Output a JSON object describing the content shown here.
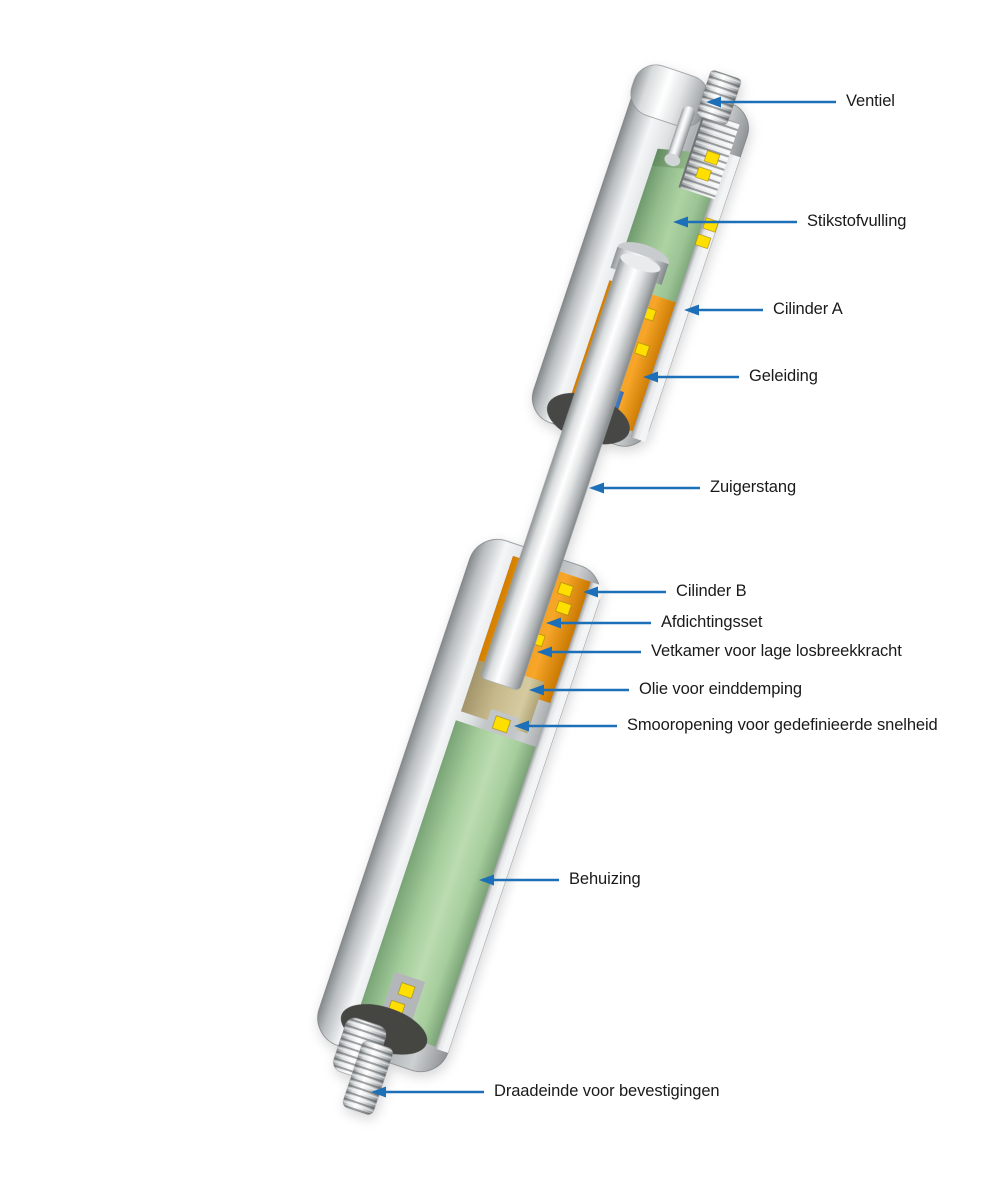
{
  "figure": {
    "colors": {
      "arrow": "#1d70b7",
      "text": "#1a1a1a",
      "nitrogen_green": "#a9cf9f",
      "component_orange": "#f09a12",
      "seal_yellow": "#ffdf00",
      "seal_blue": "#3a78c2",
      "oil_tan": "#c6b98c",
      "metal_gray": "#d9dcdd",
      "background": "#ffffff"
    },
    "labels": [
      {
        "id": "ventiel",
        "text": "Ventiel"
      },
      {
        "id": "stikstofvulling",
        "text": "Stikstofvulling"
      },
      {
        "id": "cilinder-a",
        "text": "Cilinder A"
      },
      {
        "id": "geleiding",
        "text": "Geleiding"
      },
      {
        "id": "zuigerstang",
        "text": "Zuigerstang"
      },
      {
        "id": "cilinder-b",
        "text": "Cilinder B"
      },
      {
        "id": "afdichtingsset",
        "text": "Afdichtingsset"
      },
      {
        "id": "vetkamer",
        "text": "Vetkamer voor lage losbreekkracht"
      },
      {
        "id": "olie",
        "text": "Olie voor einddemping"
      },
      {
        "id": "smooropening",
        "text": "Smooropening voor gedefinieerde snelheid"
      },
      {
        "id": "behuizing",
        "text": "Behuizing"
      },
      {
        "id": "draadeinde",
        "text": "Draadeinde voor bevestigingen"
      }
    ]
  }
}
